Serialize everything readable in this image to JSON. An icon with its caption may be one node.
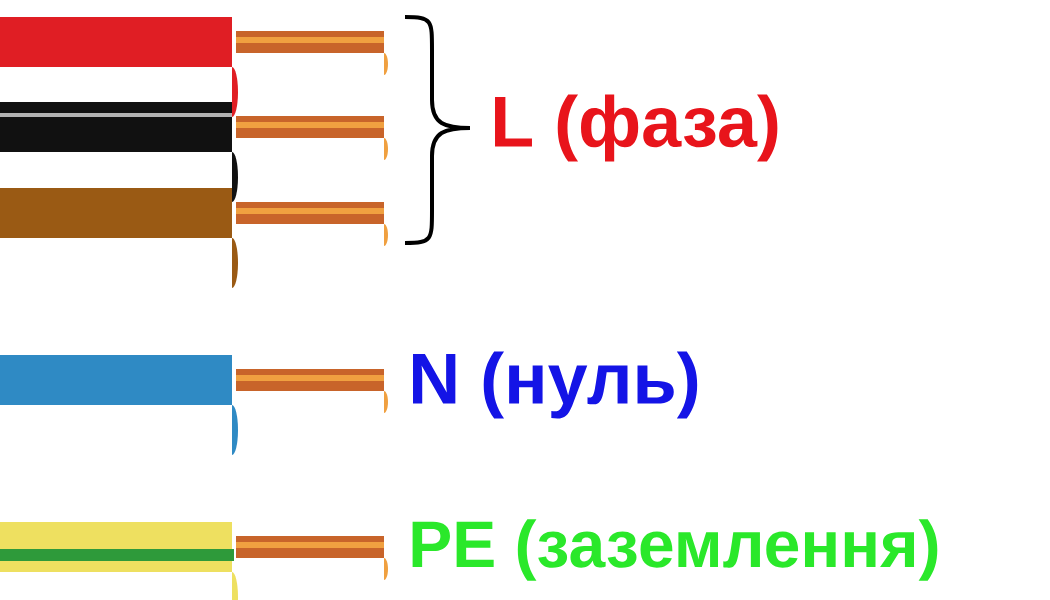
{
  "diagram": {
    "labels": [
      "L (фаза)",
      "N (нуль)",
      "PE (заземлення)"
    ]
  }
}
